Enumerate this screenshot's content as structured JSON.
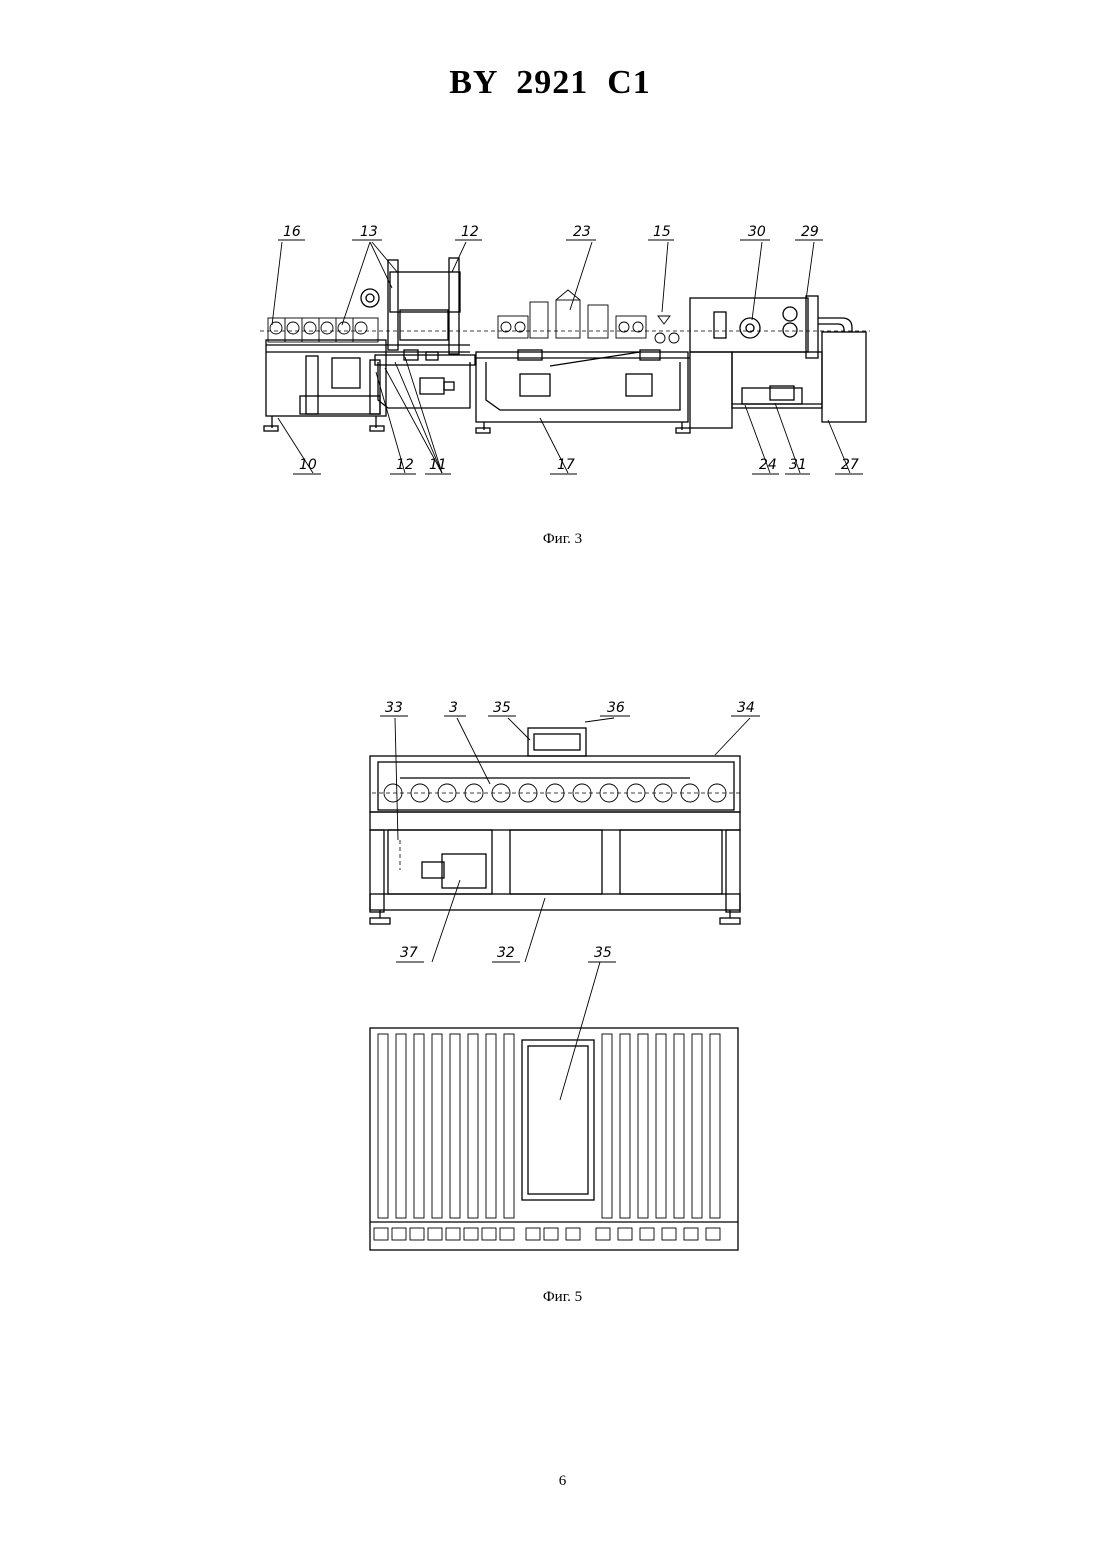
{
  "document": {
    "title": "BY  2921  C1",
    "page_number": "6"
  },
  "figures": [
    {
      "caption": "Фиг. 3",
      "reference_labels": [
        "16",
        "13",
        "12",
        "23",
        "15",
        "30",
        "29",
        "10",
        "12",
        "11",
        "17",
        "24",
        "31",
        "27"
      ]
    },
    {
      "caption": "Фиг. 5",
      "reference_labels": [
        "33",
        "3",
        "35",
        "36",
        "34",
        "37",
        "32",
        "35"
      ]
    }
  ]
}
